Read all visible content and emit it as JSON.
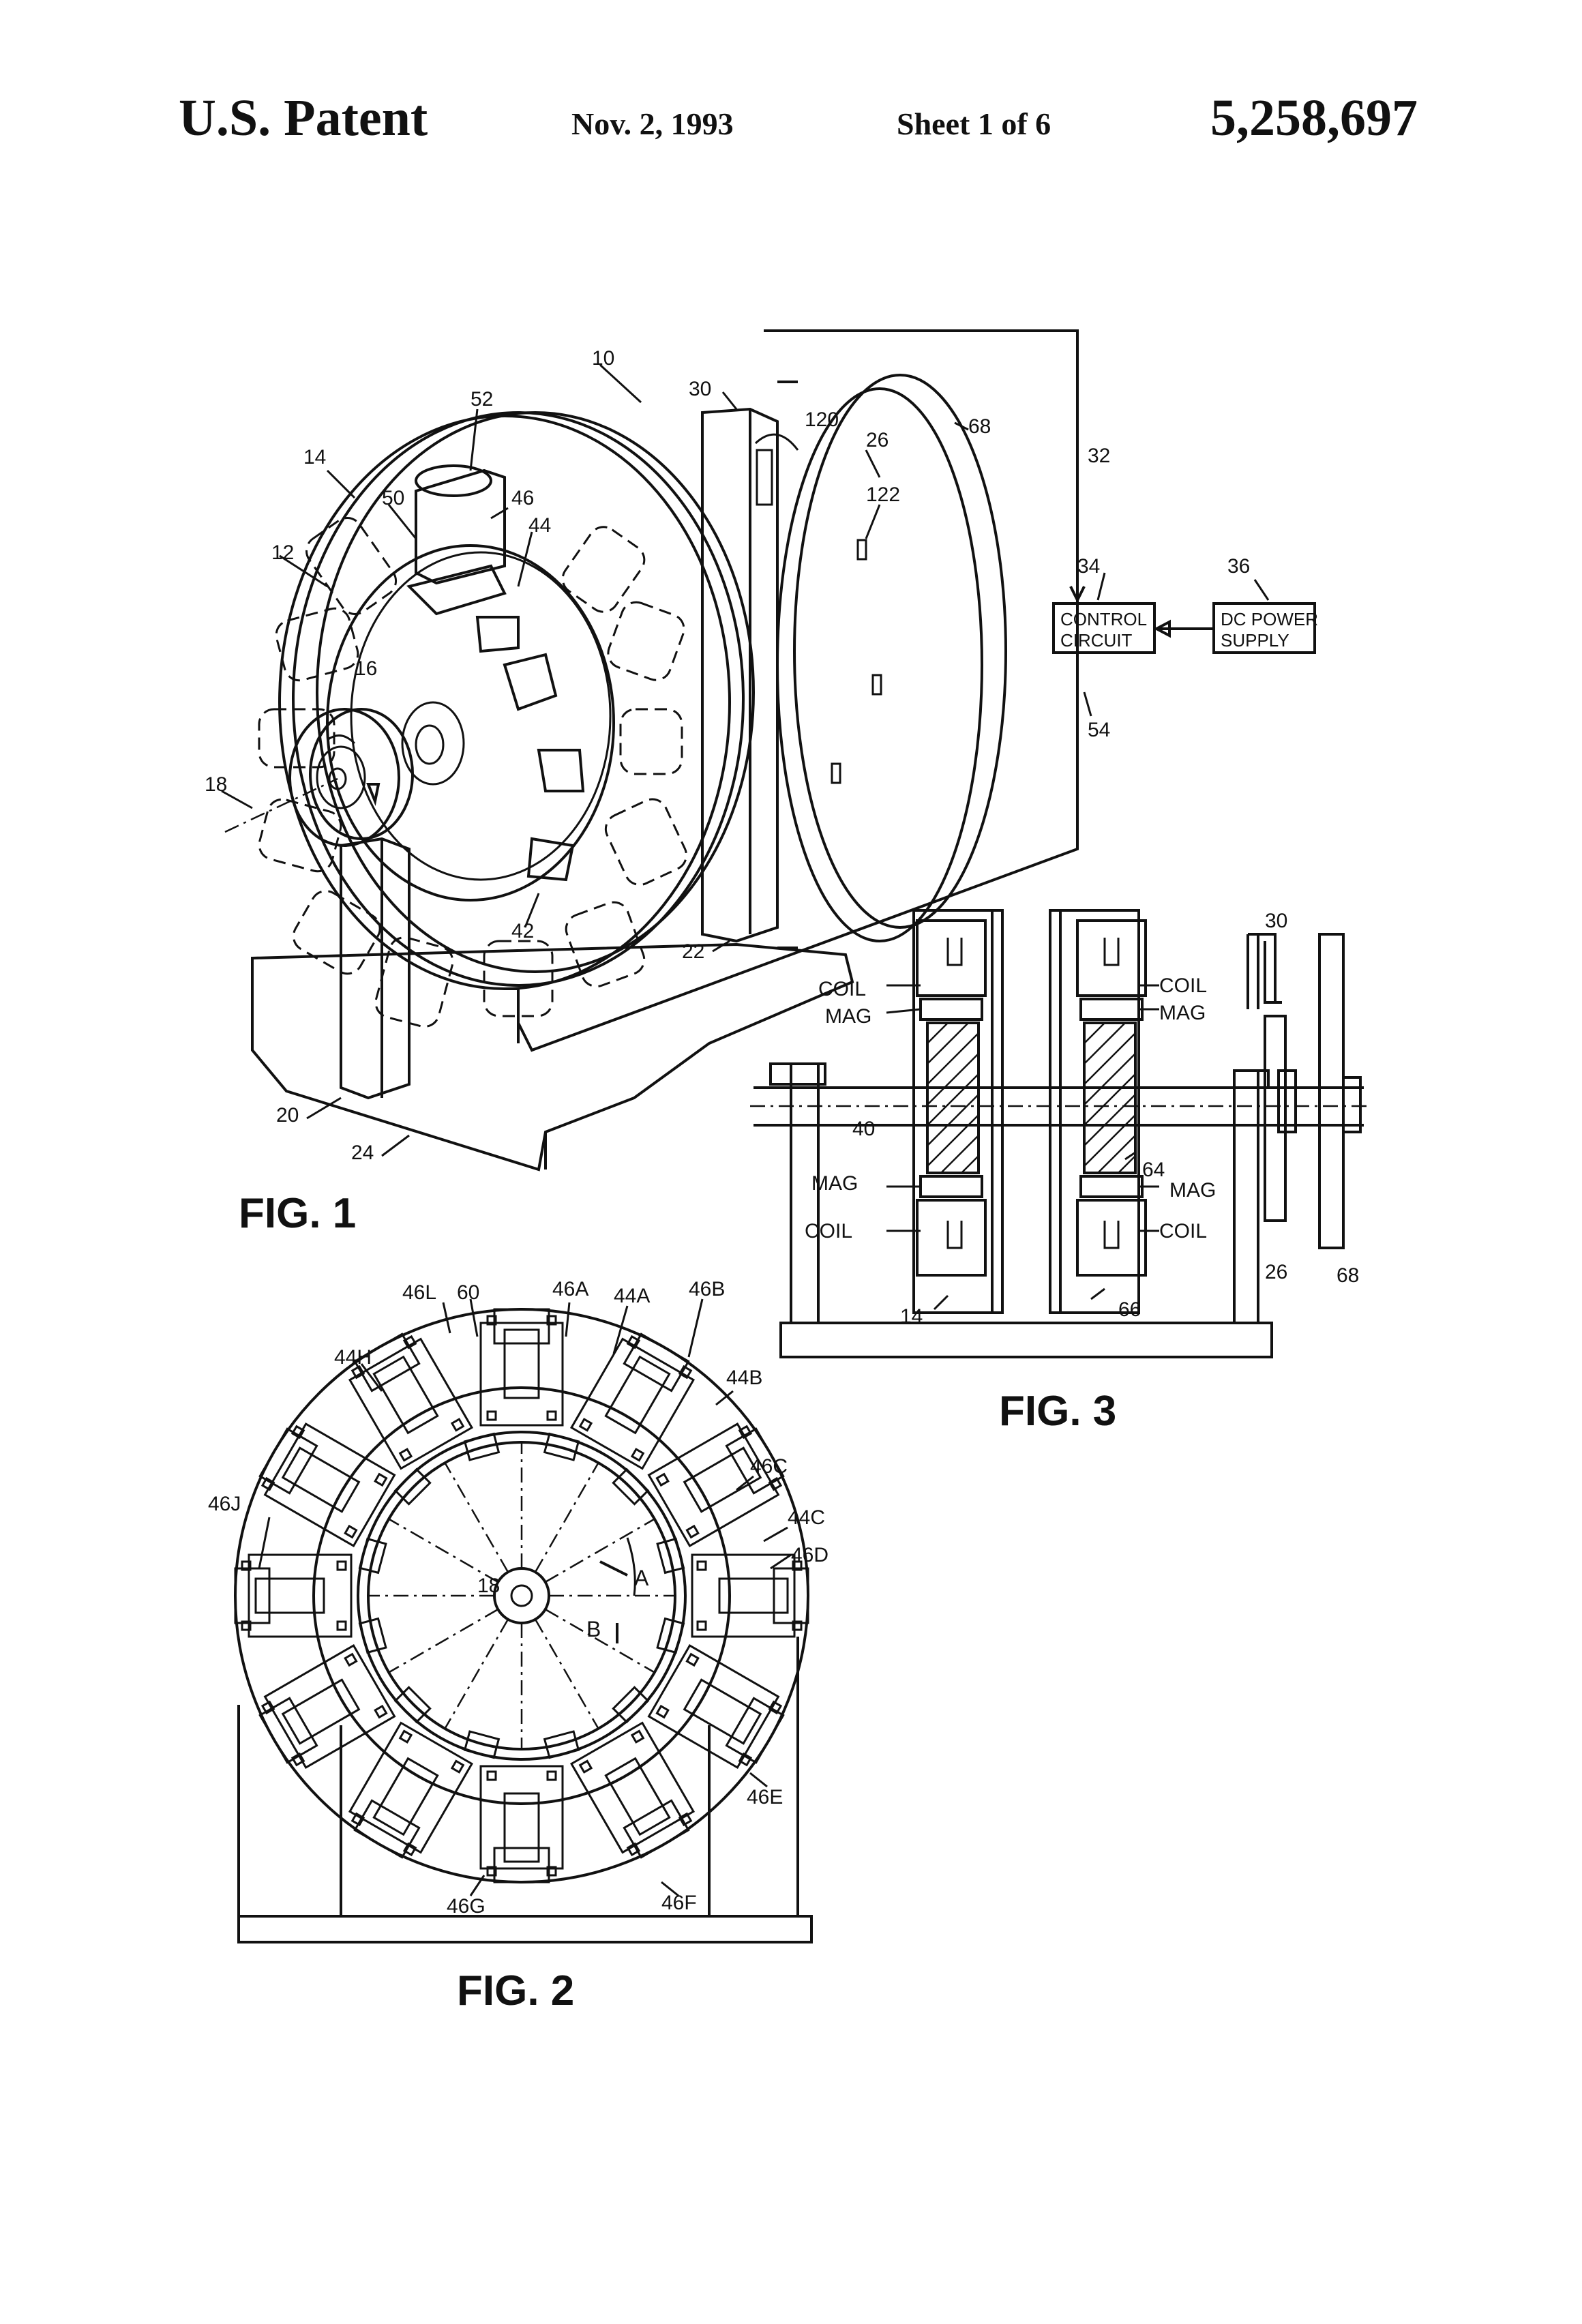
{
  "header": {
    "left": "U.S. Patent",
    "date": "Nov. 2, 1993",
    "sheet": "Sheet 1 of 6",
    "patent_number": "5,258,697"
  },
  "fig1": {
    "caption": "FIG. 1",
    "control_circuit": [
      "CONTROL",
      "CIRCUIT"
    ],
    "dc_power_supply": [
      "DC POWER",
      "SUPPLY"
    ],
    "refs": {
      "r10": "10",
      "r12": "12",
      "r14": "14",
      "r16": "16",
      "r18": "18",
      "r20": "20",
      "r22": "22",
      "r24": "24",
      "r26": "26",
      "r30": "30",
      "r32": "32",
      "r34": "34",
      "r36": "36",
      "r42": "42",
      "r44": "44",
      "r46": "46",
      "r50": "50",
      "r52": "52",
      "r54": "54",
      "r68": "68",
      "r120": "120",
      "r122": "122"
    }
  },
  "fig2": {
    "caption": "FIG. 2",
    "refs": {
      "r18": "18",
      "r60": "60",
      "r46A": "46A",
      "r44A": "44A",
      "r46B": "46B",
      "r44B": "44B",
      "r46C": "46C",
      "r44C": "44C",
      "r46D": "46D",
      "r46E": "46E",
      "r46F": "46F",
      "r46G": "46G",
      "r46J": "46J",
      "r46L": "46L",
      "r44H": "44H",
      "angleA": "A",
      "angleB": "B"
    }
  },
  "fig3": {
    "caption": "FIG. 3",
    "coil": "COIL",
    "mag": "MAG",
    "refs": {
      "r14": "14",
      "r26": "26",
      "r30": "30",
      "r40": "40",
      "r64": "64",
      "r66": "66",
      "r68": "68"
    }
  }
}
